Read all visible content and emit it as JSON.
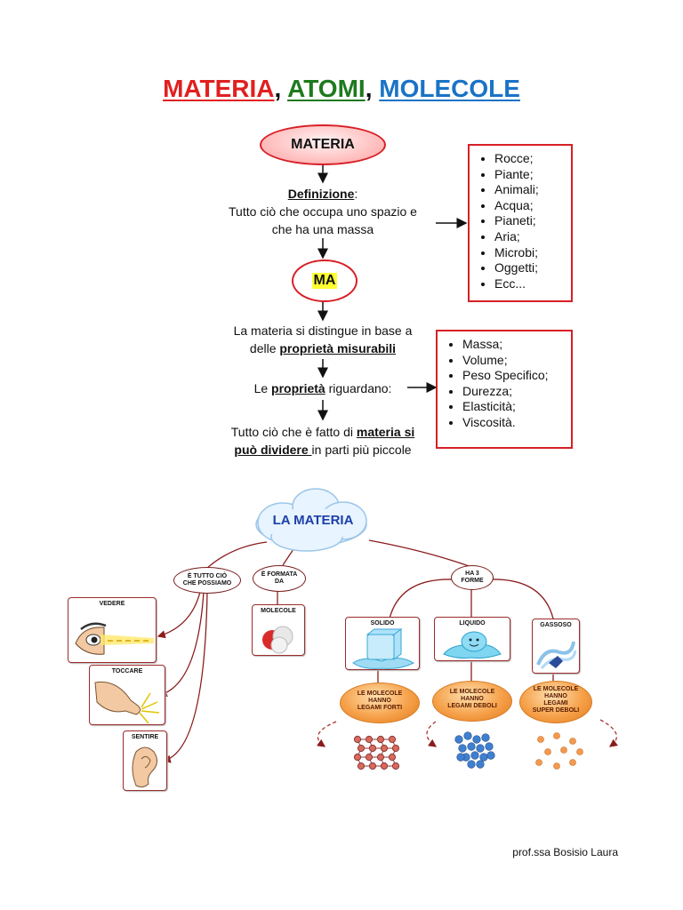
{
  "title": {
    "part1": "MATERIA",
    "sep1": ",",
    "part2": "ATOMI",
    "sep2": ",",
    "part3": "MOLECOLE"
  },
  "colors": {
    "red": "#e02020",
    "green": "#1e7a1e",
    "blue": "#1a73c6",
    "border": "#d81f26",
    "highlight": "#ffff33"
  },
  "flow": {
    "materia": "MATERIA",
    "def_label": "Definizione",
    "def_colon": ":",
    "def_line1": "Tutto ciò che occupa uno spazio e",
    "def_line2": "che ha una massa",
    "ma": "MA",
    "dist_line1": "La materia si distingue in base a",
    "dist_pre": "delle ",
    "dist_bold": "proprietà misurabili",
    "prop_pre": "Le ",
    "prop_bold": "proprietà",
    "prop_post": " riguardano:",
    "div_pre": "Tutto ciò che è fatto di ",
    "div_bold1": "materia si",
    "div_bold2": "può dividere ",
    "div_post": "in parti più piccole"
  },
  "examples": [
    "Rocce;",
    "Piante;",
    "Animali;",
    "Acqua;",
    "Pianeti;",
    "Aria;",
    "Microbi;",
    "Oggetti;",
    "Ecc..."
  ],
  "properties": [
    "Massa;",
    "Volume;",
    "Peso Specifico;",
    "Durezza;",
    "Elasticità;",
    "Viscosità."
  ],
  "map": {
    "cloud": "LA MATERIA",
    "tutto1": "È TUTTO CIÒ",
    "tutto2": "CHE POSSIAMO",
    "formata1": "È FORMATA",
    "formata2": "DA",
    "forme1": "HA 3",
    "forme2": "FORME",
    "vedere": "VEDERE",
    "toccare": "TOCCARE",
    "sentire": "SENTIRE",
    "molecole": "MOLECOLE",
    "solido": "SOLIDO",
    "liquido": "LIQUIDO",
    "gassoso": "GASSOSO",
    "forti": [
      "LE MOLECOLE",
      "HANNO",
      "LEGAMI FORTI"
    ],
    "deboli": [
      "LE MOLECOLE",
      "HANNO",
      "LEGAMI DEBOLI"
    ],
    "super": [
      "LE MOLECOLE",
      "HANNO",
      "LEGAMI",
      "SUPER DEBOLI"
    ]
  },
  "footer": "prof.ssa Bosisio Laura"
}
